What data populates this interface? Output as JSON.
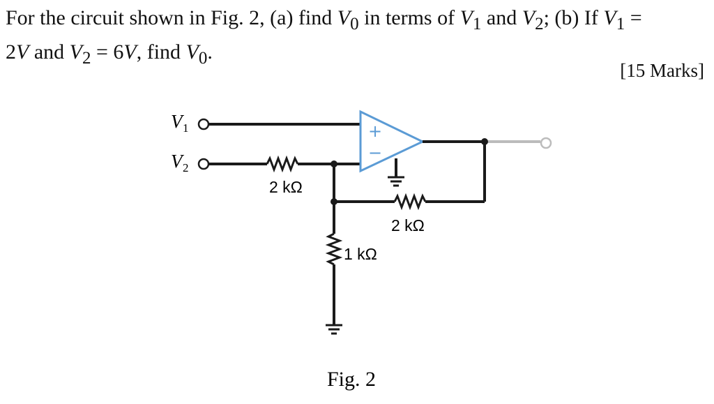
{
  "problem": {
    "t1": "For the circuit shown in Fig. 2, (a) find ",
    "vo": "V",
    "vo_sub": "0",
    "t2": " in terms of ",
    "v1": "V",
    "v1_sub": "1",
    "t3": " and ",
    "v2": "V",
    "v2_sub": "2",
    "t4": "; (b) If ",
    "v1b": "V",
    "v1b_sub": "1",
    "t5": " = ",
    "val1": "2",
    "unit1": "V",
    "t6": " and ",
    "v2b": "V",
    "v2b_sub": "2",
    "t7": " = 6",
    "unit2": "V",
    "t8": ", find ",
    "vob": "V",
    "vob_sub": "0",
    "t9": "."
  },
  "marks": "[15 Marks]",
  "circuit": {
    "v1_label": "V",
    "v1_sub": "1",
    "v2_label": "V",
    "v2_sub": "2",
    "r_in": "2 kΩ",
    "r_feedback": "2 kΩ",
    "r_ground": "1 kΩ",
    "plus_sign": "+",
    "minus_sign": "−",
    "wire_color": "#1a1a1a",
    "opamp_color": "#5b9bd5",
    "output_color": "#bcbcbc",
    "figure_caption": "Fig. 2"
  }
}
